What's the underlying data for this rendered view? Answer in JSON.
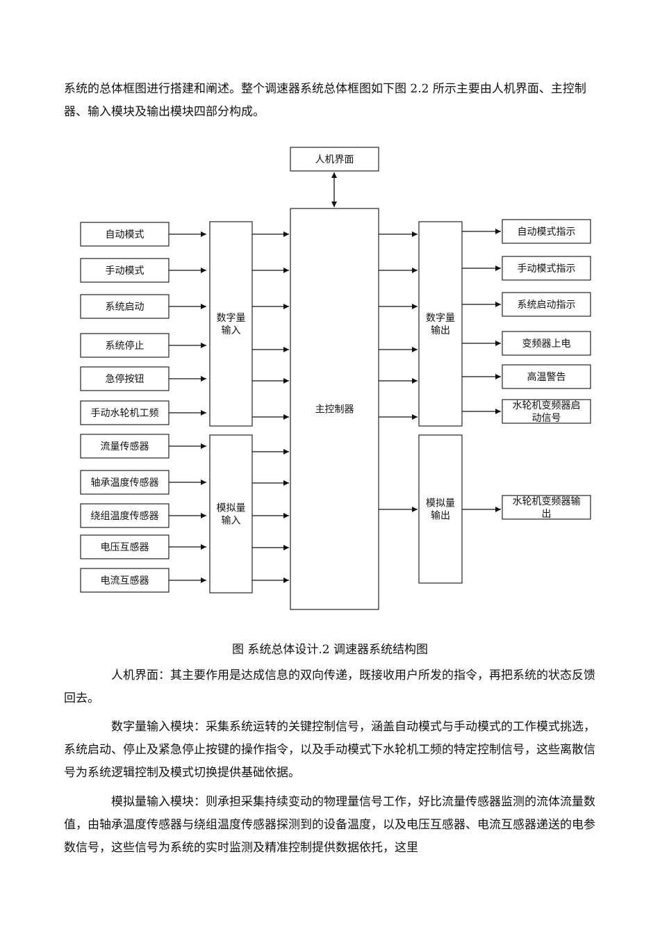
{
  "intro": "系统的总体框图进行搭建和阐述。整个调速器系统总体框图如下图 2.2 所示主要由人机界面、主控制器、输入模块及输出模块四部分构成。",
  "diagram": {
    "hmi": "人机界面",
    "controller": "主控制器",
    "digital_input": [
      "数字量",
      "输入"
    ],
    "analog_input": [
      "模拟量",
      "输入"
    ],
    "digital_output": [
      "数字量",
      "输出"
    ],
    "analog_output": [
      "模拟量",
      "输出"
    ],
    "digital_inputs": [
      "自动模式",
      "手动模式",
      "系统启动",
      "系统停止",
      "急停按钮",
      "手动水轮机工频"
    ],
    "analog_inputs": [
      "流量传感器",
      "轴承温度传感器",
      "绕组温度传感器",
      "电压互感器",
      "电流互感器"
    ],
    "digital_outputs": [
      [
        "自动模式指示"
      ],
      [
        "手动模式指示"
      ],
      [
        "系统启动指示"
      ],
      [
        "变频器上电"
      ],
      [
        "高温警告"
      ],
      [
        "水轮机变频器启",
        "动信号"
      ]
    ],
    "analog_outputs": [
      [
        "水轮机变频器输",
        "出"
      ]
    ]
  },
  "caption": "图  系统总体设计.2 调速器系统结构图",
  "p_hmi": "人机界面：其主要作用是达成信息的双向传递，既接收用户所发的指令，再把系统的状态反馈回去。",
  "p_digital": "数字量输入模块：采集系统运转的关键控制信号，涵盖自动模式与手动模式的工作模式挑选，系统启动、停止及紧急停止按键的操作指令，以及手动模式下水轮机工频的特定控制信号，这些离散信号为系统逻辑控制及模式切换提供基础依据。",
  "p_analog": "模拟量输入模块：则承担采集持续变动的物理量信号工作，好比流量传感器监测的流体流量数值，由轴承温度传感器与绕组温度传感器探测到的设备温度，以及电压互感器、电流互感器递送的电参数信号，这些信号为系统的实时监测及精准控制提供数据依托，这里"
}
